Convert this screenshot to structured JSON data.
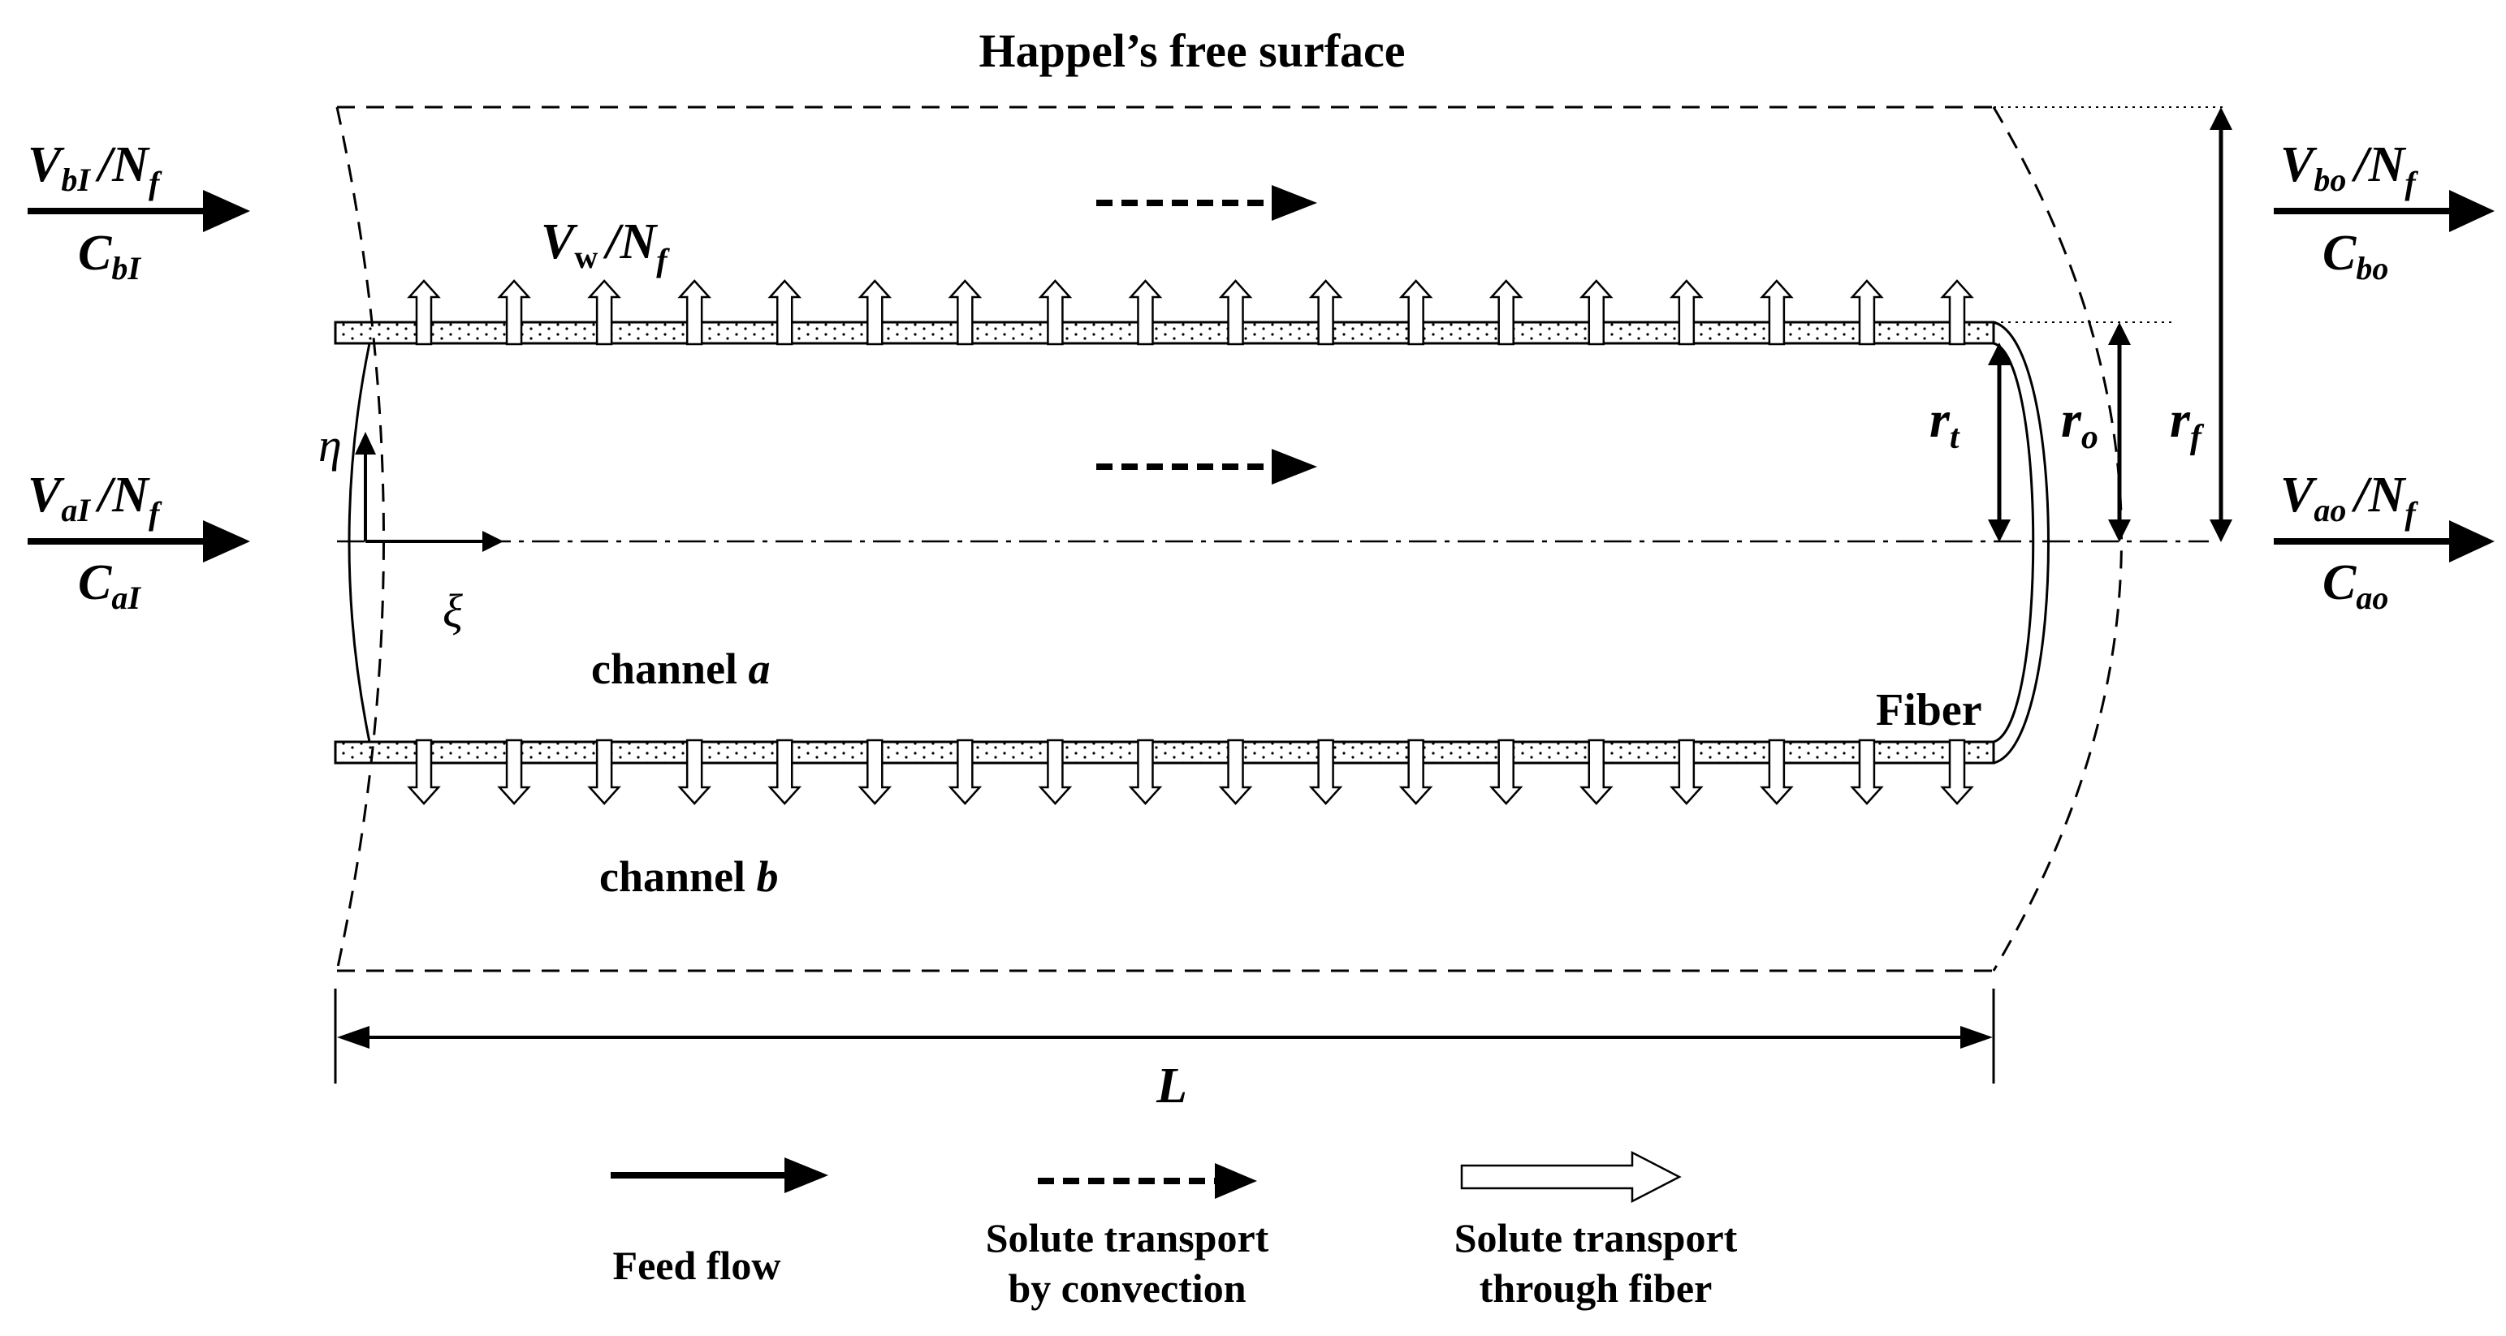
{
  "title": "Happel’s free surface",
  "inlet": {
    "b": {
      "v": "V",
      "v_sub": "bI",
      "slash_n": "/N",
      "n_sub": "f",
      "c": "C",
      "c_sub": "bI"
    },
    "a": {
      "v": "V",
      "v_sub": "aI",
      "slash_n": "/N",
      "n_sub": "f",
      "c": "C",
      "c_sub": "aI"
    }
  },
  "outlet": {
    "b": {
      "v": "V",
      "v_sub": "bo",
      "slash_n": "/N",
      "n_sub": "f",
      "c": "C",
      "c_sub": "bo"
    },
    "a": {
      "v": "V",
      "v_sub": "ao",
      "slash_n": "/N",
      "n_sub": "f",
      "c": "C",
      "c_sub": "ao"
    }
  },
  "permeate": {
    "v": "V",
    "v_sub": "w",
    "slash_n": "/N",
    "n_sub": "f"
  },
  "axes": {
    "eta": "η",
    "xi": "ξ"
  },
  "radii": {
    "rt": {
      "r": "r",
      "sub": "t"
    },
    "ro": {
      "r": "r",
      "sub": "o"
    },
    "rf": {
      "r": "r",
      "sub": "f"
    }
  },
  "labels": {
    "channel_a_prefix": "channel ",
    "channel_a_letter": "a",
    "channel_b_prefix": "channel ",
    "channel_b_letter": "b",
    "fiber": "Fiber",
    "length": "L"
  },
  "legend": {
    "feed": "Feed flow",
    "convection_line1": "Solute transport",
    "convection_line2": "by convection",
    "through_line1": "Solute transport",
    "through_line2": "through fiber"
  },
  "fiber_arrow_count": 18,
  "colors": {
    "ink": "#000000",
    "background": "#ffffff"
  }
}
